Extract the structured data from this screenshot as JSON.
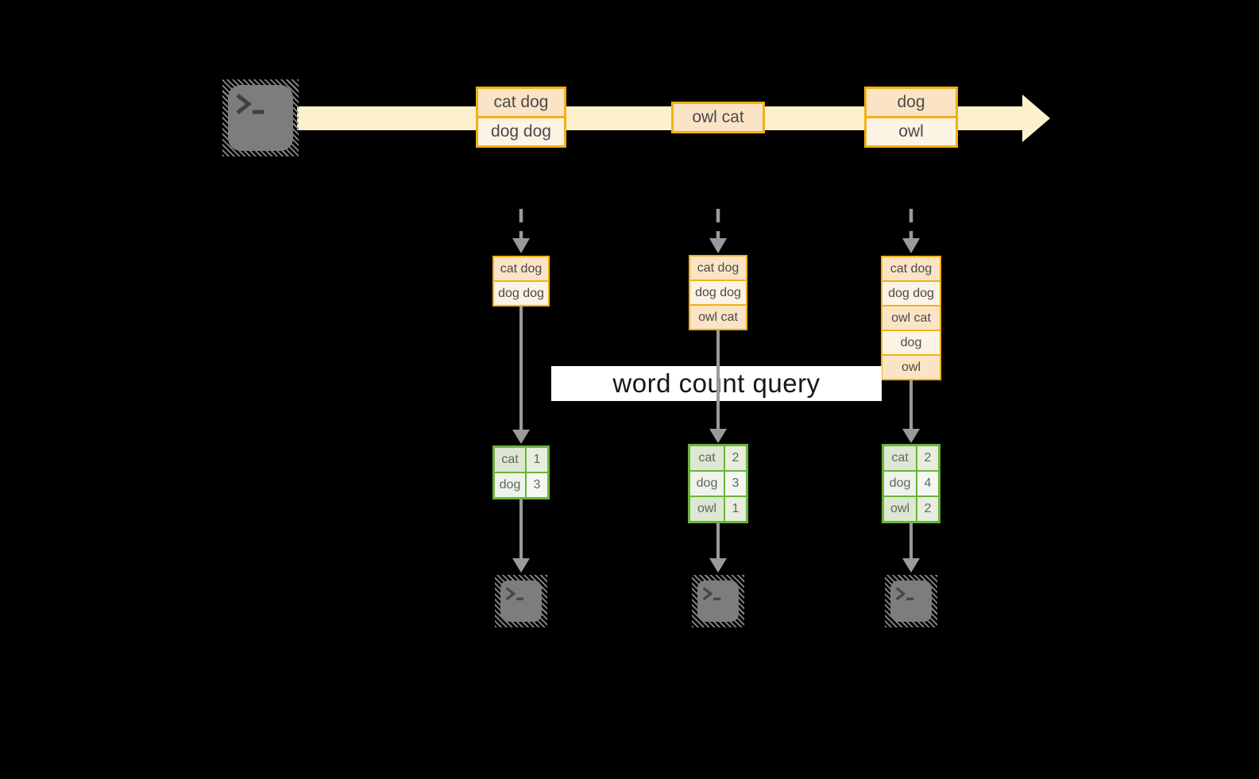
{
  "query_label": "word count query",
  "icons": {
    "source": "terminal-icon",
    "sinks": "terminal-icon"
  },
  "stream_events": [
    {
      "rows": [
        "cat dog",
        "dog dog"
      ]
    },
    {
      "rows": [
        "owl cat"
      ]
    },
    {
      "rows": [
        "dog",
        "owl"
      ]
    }
  ],
  "columns": [
    {
      "received": [
        "cat dog",
        "dog dog"
      ],
      "counts": [
        {
          "word": "cat",
          "count": "1"
        },
        {
          "word": "dog",
          "count": "3"
        }
      ]
    },
    {
      "received": [
        "cat dog",
        "dog dog",
        "owl cat"
      ],
      "counts": [
        {
          "word": "cat",
          "count": "2"
        },
        {
          "word": "dog",
          "count": "3"
        },
        {
          "word": "owl",
          "count": "1"
        }
      ]
    },
    {
      "received": [
        "cat dog",
        "dog dog",
        "owl cat",
        "dog",
        "owl"
      ],
      "counts": [
        {
          "word": "cat",
          "count": "2"
        },
        {
          "word": "dog",
          "count": "4"
        },
        {
          "word": "owl",
          "count": "2"
        }
      ]
    }
  ],
  "colors": {
    "background": "#000000",
    "event_border": "#f1b115",
    "event_fill_dark": "#fbe4c6",
    "event_fill_light": "#fdf3e4",
    "stream_band": "#fdf1cd",
    "arrow_gray": "#9a9a9a",
    "table_border": "#6cb33c",
    "table_fill_dark": "#dce8d1",
    "table_fill_light": "#eef4e9",
    "terminal_gray": "#7d7d7d"
  }
}
